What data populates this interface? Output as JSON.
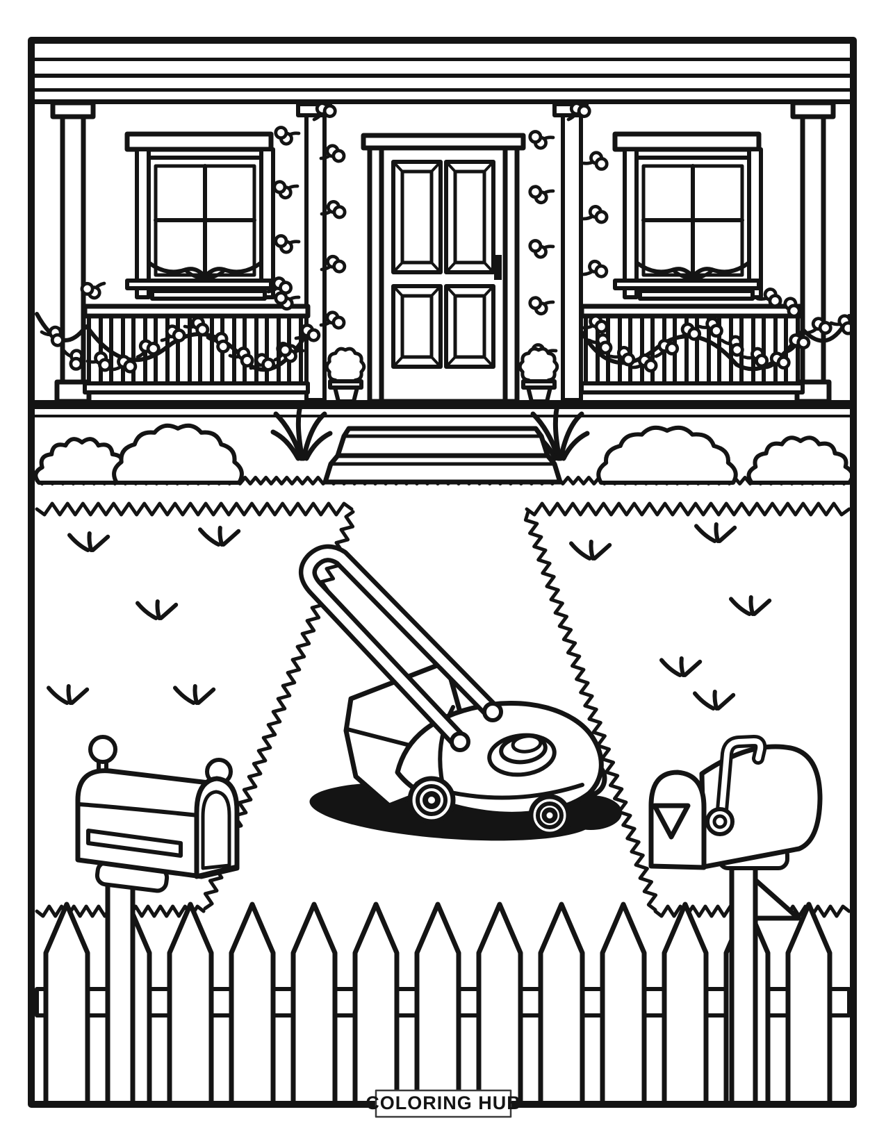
{
  "illustration": {
    "badge_label": "COLORING HUB",
    "ink_color": "#141414",
    "paper_color": "#ffffff",
    "badge_border_color": "#3a3a3a",
    "style": "black-and-white coloring page line art",
    "objects": [
      "house-porch",
      "roof-fascia",
      "porch-posts",
      "vine-wrapped-posts",
      "left-window-with-curtain",
      "right-window-with-curtain",
      "front-door-with-panels",
      "door-handle",
      "potted-plants",
      "porch-railing",
      "string-lights-garland",
      "porch-steps",
      "bushes",
      "tall-grass-clumps",
      "front-lawn",
      "mowed-strip",
      "push-lawn-mower",
      "grass-catcher-bag",
      "mower-wheels",
      "mower-shadow",
      "mailbox-closed",
      "mailbox-with-flag-up",
      "picket-fence",
      "grass-tufts"
    ]
  }
}
